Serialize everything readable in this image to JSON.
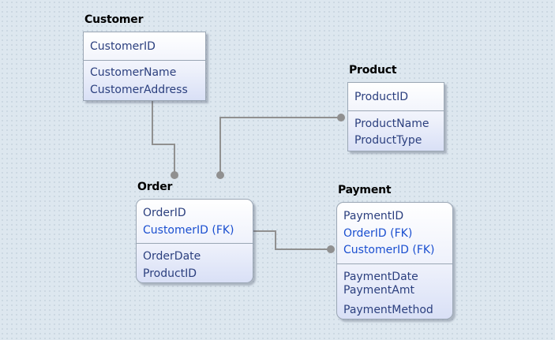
{
  "diagram": {
    "entities": {
      "customer": {
        "title": "Customer",
        "key_attributes": [
          "CustomerID"
        ],
        "attributes": [
          "CustomerName",
          "CustomerAddress"
        ]
      },
      "product": {
        "title": "Product",
        "key_attributes": [
          "ProductID"
        ],
        "attributes": [
          "ProductName",
          "ProductType"
        ]
      },
      "order": {
        "title": "Order",
        "key_attributes": [
          "OrderID",
          "CustomerID (FK)"
        ],
        "attributes": [
          "OrderDate",
          "ProductID"
        ]
      },
      "payment": {
        "title": "Payment",
        "key_attributes": [
          "PaymentID",
          "OrderID (FK)",
          "CustomerID (FK)"
        ],
        "attributes": [
          "PaymentDate",
          "PaymentAmt",
          "PaymentMethod"
        ]
      }
    },
    "relationships": [
      {
        "from": "Customer",
        "to": "Order"
      },
      {
        "from": "Product",
        "to": "Order"
      },
      {
        "from": "Order",
        "to": "Payment"
      }
    ],
    "colors": {
      "attribute_text": "#2b3f7e",
      "foreign_key_text": "#1a4fd0",
      "connector": "#909090"
    }
  }
}
